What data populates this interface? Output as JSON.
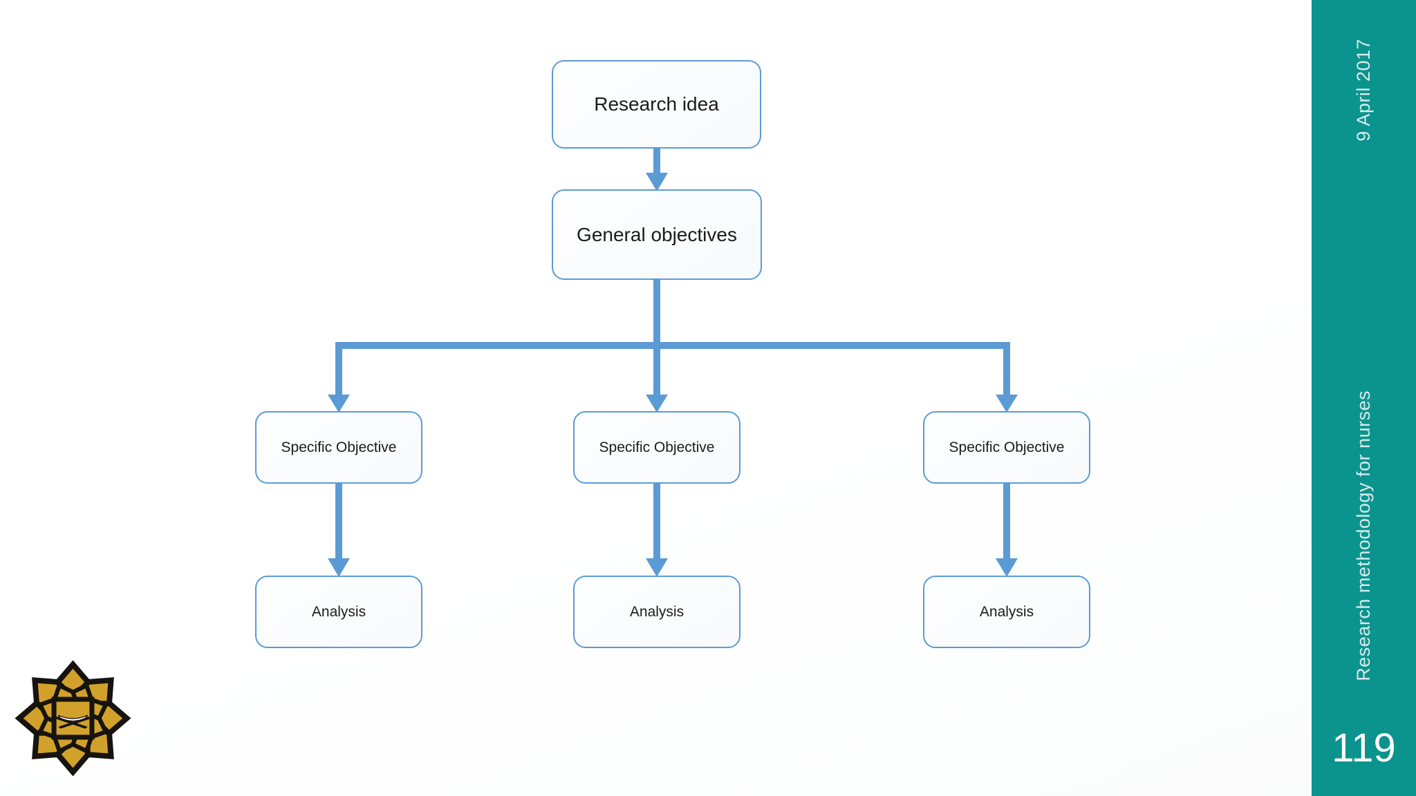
{
  "slide": {
    "kind": "presentation-slide"
  },
  "diagram": {
    "root_label": "Research idea",
    "level2_label": "General objectives",
    "branches": [
      {
        "objective": "Specific Objective",
        "analysis": "Analysis"
      },
      {
        "objective": "Specific Objective",
        "analysis": "Analysis"
      },
      {
        "objective": "Specific Objective",
        "analysis": "Analysis"
      }
    ]
  },
  "sidebar": {
    "date": "9 April 2017",
    "course": "Research methodology for nurses",
    "page_number": "119"
  },
  "logo": {
    "name": "IIUM university emblem"
  },
  "colors": {
    "accent": "#5B9BD5",
    "sidebar_bg": "#0B938E",
    "sidebar_text": "#D7EBE9",
    "page_text": "#FFFFFF",
    "box_text": "#1B1B1B",
    "logo_gold": "#D2A12B",
    "logo_black": "#17130F"
  }
}
